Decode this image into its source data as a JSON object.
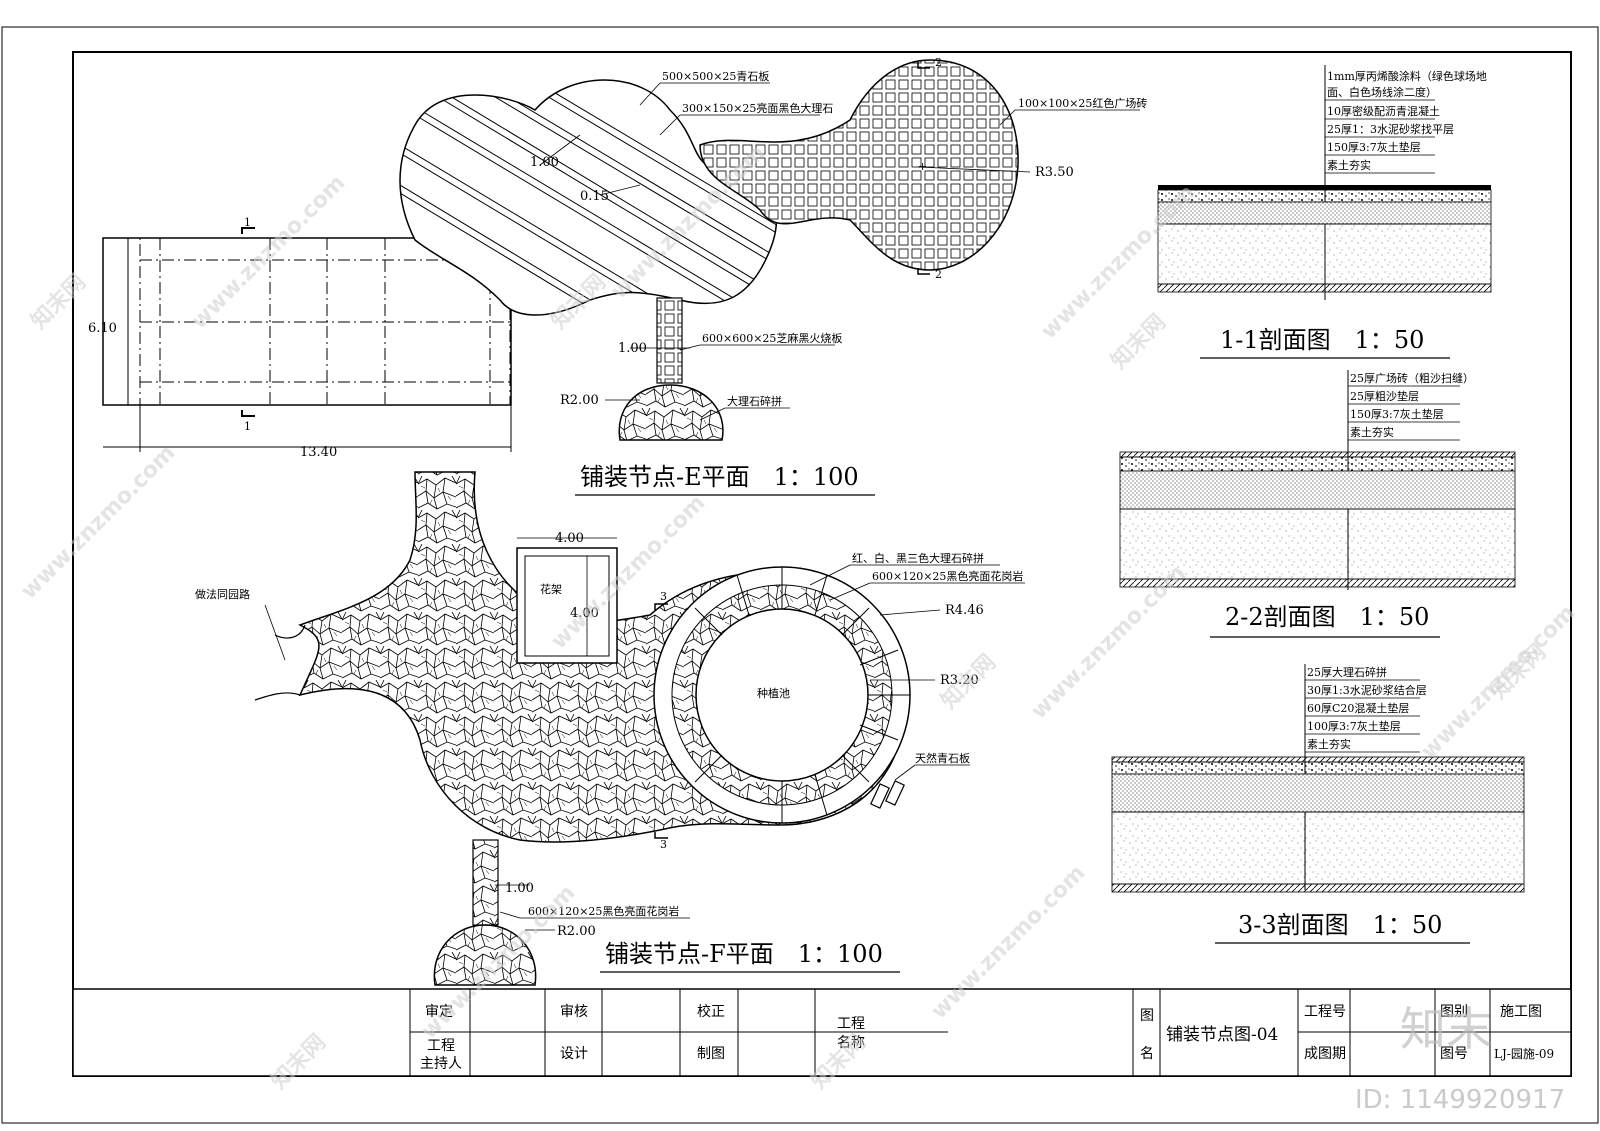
{
  "plan_e": {
    "title": "铺装节点-E平面　1：100",
    "labels": {
      "bluestone": "500×500×25青石板",
      "marble": "300×150×25亮面黑色大理石",
      "red_brick": "100×100×25红色广场砖",
      "granite": "600×600×25芝麻黑火烧板",
      "crazy_paving": "大理石碎拼"
    },
    "dims": {
      "d100": "1.00",
      "d015": "0.15",
      "r350": "R3.50",
      "w610": "6.10",
      "l1340": "13.40",
      "path": "1.00",
      "r200": "R2.00"
    },
    "section_marks": {
      "s1": "1",
      "s2": "2"
    }
  },
  "plan_f": {
    "title": "铺装节点-F平面　1：100",
    "labels": {
      "same_as_path": "做法同园路",
      "flower_frame": "花架",
      "tricolor": "红、白、黑三色大理石碎拼",
      "granite_band": "600×120×25黑色亮面花岗岩",
      "planter": "种植池",
      "bluestone": "天然青石板",
      "granite_path": "600×120×25黑色亮面花岗岩"
    },
    "dims": {
      "w400": "4.00",
      "h400": "4.00",
      "r446": "R4.46",
      "r320": "R3.20",
      "path": "1.00",
      "r200": "R2.00"
    },
    "section_marks": {
      "s3": "3"
    }
  },
  "sections": [
    {
      "title": "1-1剖面图　1：50",
      "layers": [
        "1mm厚丙烯酸涂料（绿色球场地",
        "面、白色场线涂二度）",
        "10厚密级配沥青混凝土",
        "25厚1：3水泥砂浆找平层",
        "150厚3:7灰土垫层",
        "素土夯实"
      ]
    },
    {
      "title": "2-2剖面图　1：50",
      "layers": [
        "25厚广场砖（粗沙扫缝）",
        "25厚粗沙垫层",
        "150厚3:7灰土垫层",
        "素土夯实"
      ]
    },
    {
      "title": "3-3剖面图　1：50",
      "layers": [
        "25厚大理石碎拼",
        "30厚1:3水泥砂浆结合层",
        "60厚C20混凝土垫层",
        "100厚3:7灰土垫层",
        "素土夯实"
      ]
    }
  ],
  "title_block": {
    "shending": "审定",
    "shenhe": "审核",
    "jiaozheng": "校正",
    "gongcheng_zhuchiren_1": "工程",
    "gongcheng_zhuchiren_2": "主持人",
    "sheji": "设计",
    "zhitu": "制图",
    "project_name_1": "工程",
    "project_name_2": "名称",
    "tuming_1": "图",
    "tuming_2": "名",
    "drawing_name": "铺装节点图-04",
    "gongchenghao": "工程号",
    "chengtuqi": "成图期",
    "tubie": "图别",
    "tubie_value": "施工图",
    "tuhao": "图号",
    "tuhao_value": "LJ-园施-09"
  },
  "watermark": {
    "site": "www.znzmo.com",
    "brand": "知末网",
    "logo": "知末",
    "id": "ID: 1149920917"
  },
  "colors": {
    "line": "#000000",
    "watermark": "#c8c8c8"
  }
}
